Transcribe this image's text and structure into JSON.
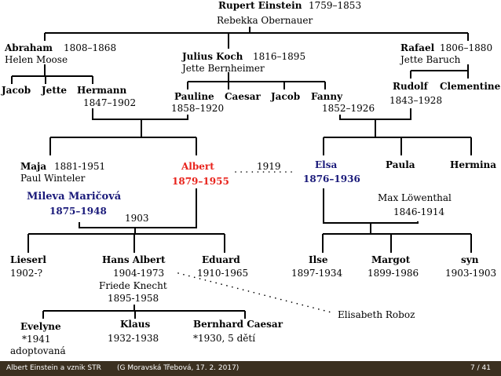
{
  "people": {
    "rupert": {
      "name": "Rupert Einstein",
      "years": "1759–1853"
    },
    "rebekka": {
      "name": "Rebekka Obernauer"
    },
    "abraham": {
      "name": "Abraham",
      "years": "1808–1868",
      "spouse": "Helen Moose"
    },
    "julius": {
      "name": "Julius Koch",
      "years": "1816–1895",
      "spouse": "Jette Bernheimer"
    },
    "rafael": {
      "name": "Rafael",
      "years": "1806–1880",
      "spouse": "Jette Baruch"
    },
    "jacob1": {
      "name": "Jacob"
    },
    "jette": {
      "name": "Jette"
    },
    "hermann": {
      "name": "Hermann",
      "years": "1847–1902"
    },
    "pauline": {
      "name": "Pauline",
      "years": "1858–1920"
    },
    "caesar": {
      "name": "Caesar"
    },
    "jacob2": {
      "name": "Jacob"
    },
    "fanny": {
      "name": "Fanny",
      "years": "1852–1926"
    },
    "rudolf": {
      "name": "Rudolf",
      "years": "1843–1928"
    },
    "clementine": {
      "name": "Clementine"
    },
    "maja": {
      "name": "Maja",
      "years": "1881-1951",
      "spouse": "Paul Winteler"
    },
    "albert": {
      "name": "Albert",
      "years": "1879–1955"
    },
    "elsa": {
      "name": "Elsa",
      "years": "1876–1936"
    },
    "paula": {
      "name": "Paula"
    },
    "hermina": {
      "name": "Hermina"
    },
    "mileva": {
      "name": "Mileva Maričová",
      "years": "1875–1948"
    },
    "lowenthal": {
      "name": "Max Löwenthal",
      "years": "1846-1914"
    },
    "lieserl": {
      "name": "Lieserl",
      "years": "1902-?"
    },
    "hansalbert": {
      "name": "Hans Albert",
      "years": "1904-1973",
      "spouse": "Friede Knecht",
      "spouse_years": "1895-1958"
    },
    "eduard": {
      "name": "Eduard",
      "years": "1910-1965"
    },
    "ilse": {
      "name": "Ilse",
      "years": "1897-1934"
    },
    "margot": {
      "name": "Margot",
      "years": "1899-1986"
    },
    "syn": {
      "name": "syn",
      "years": "1903-1903"
    },
    "roboz": {
      "name": "Elisabeth Roboz"
    },
    "evelyne": {
      "name": "Evelyne",
      "years": "*1941",
      "note": "adoptovaná"
    },
    "klaus": {
      "name": "Klaus",
      "years": "1932-1938"
    },
    "bernhard": {
      "name": "Bernhard Caesar",
      "years": "*1930, 5 dětí"
    }
  },
  "marriages": {
    "albert_mileva": "1903",
    "albert_elsa": "1919"
  },
  "colors": {
    "albert": "#e8231c",
    "elsa_mileva": "#1a1a7a",
    "footer_bg": "#3b3020"
  },
  "footer": {
    "title": "Albert Einstein a vznik STR",
    "event": "(G Moravská Třebová, 17. 2. 2017)",
    "page": "7 / 41"
  }
}
